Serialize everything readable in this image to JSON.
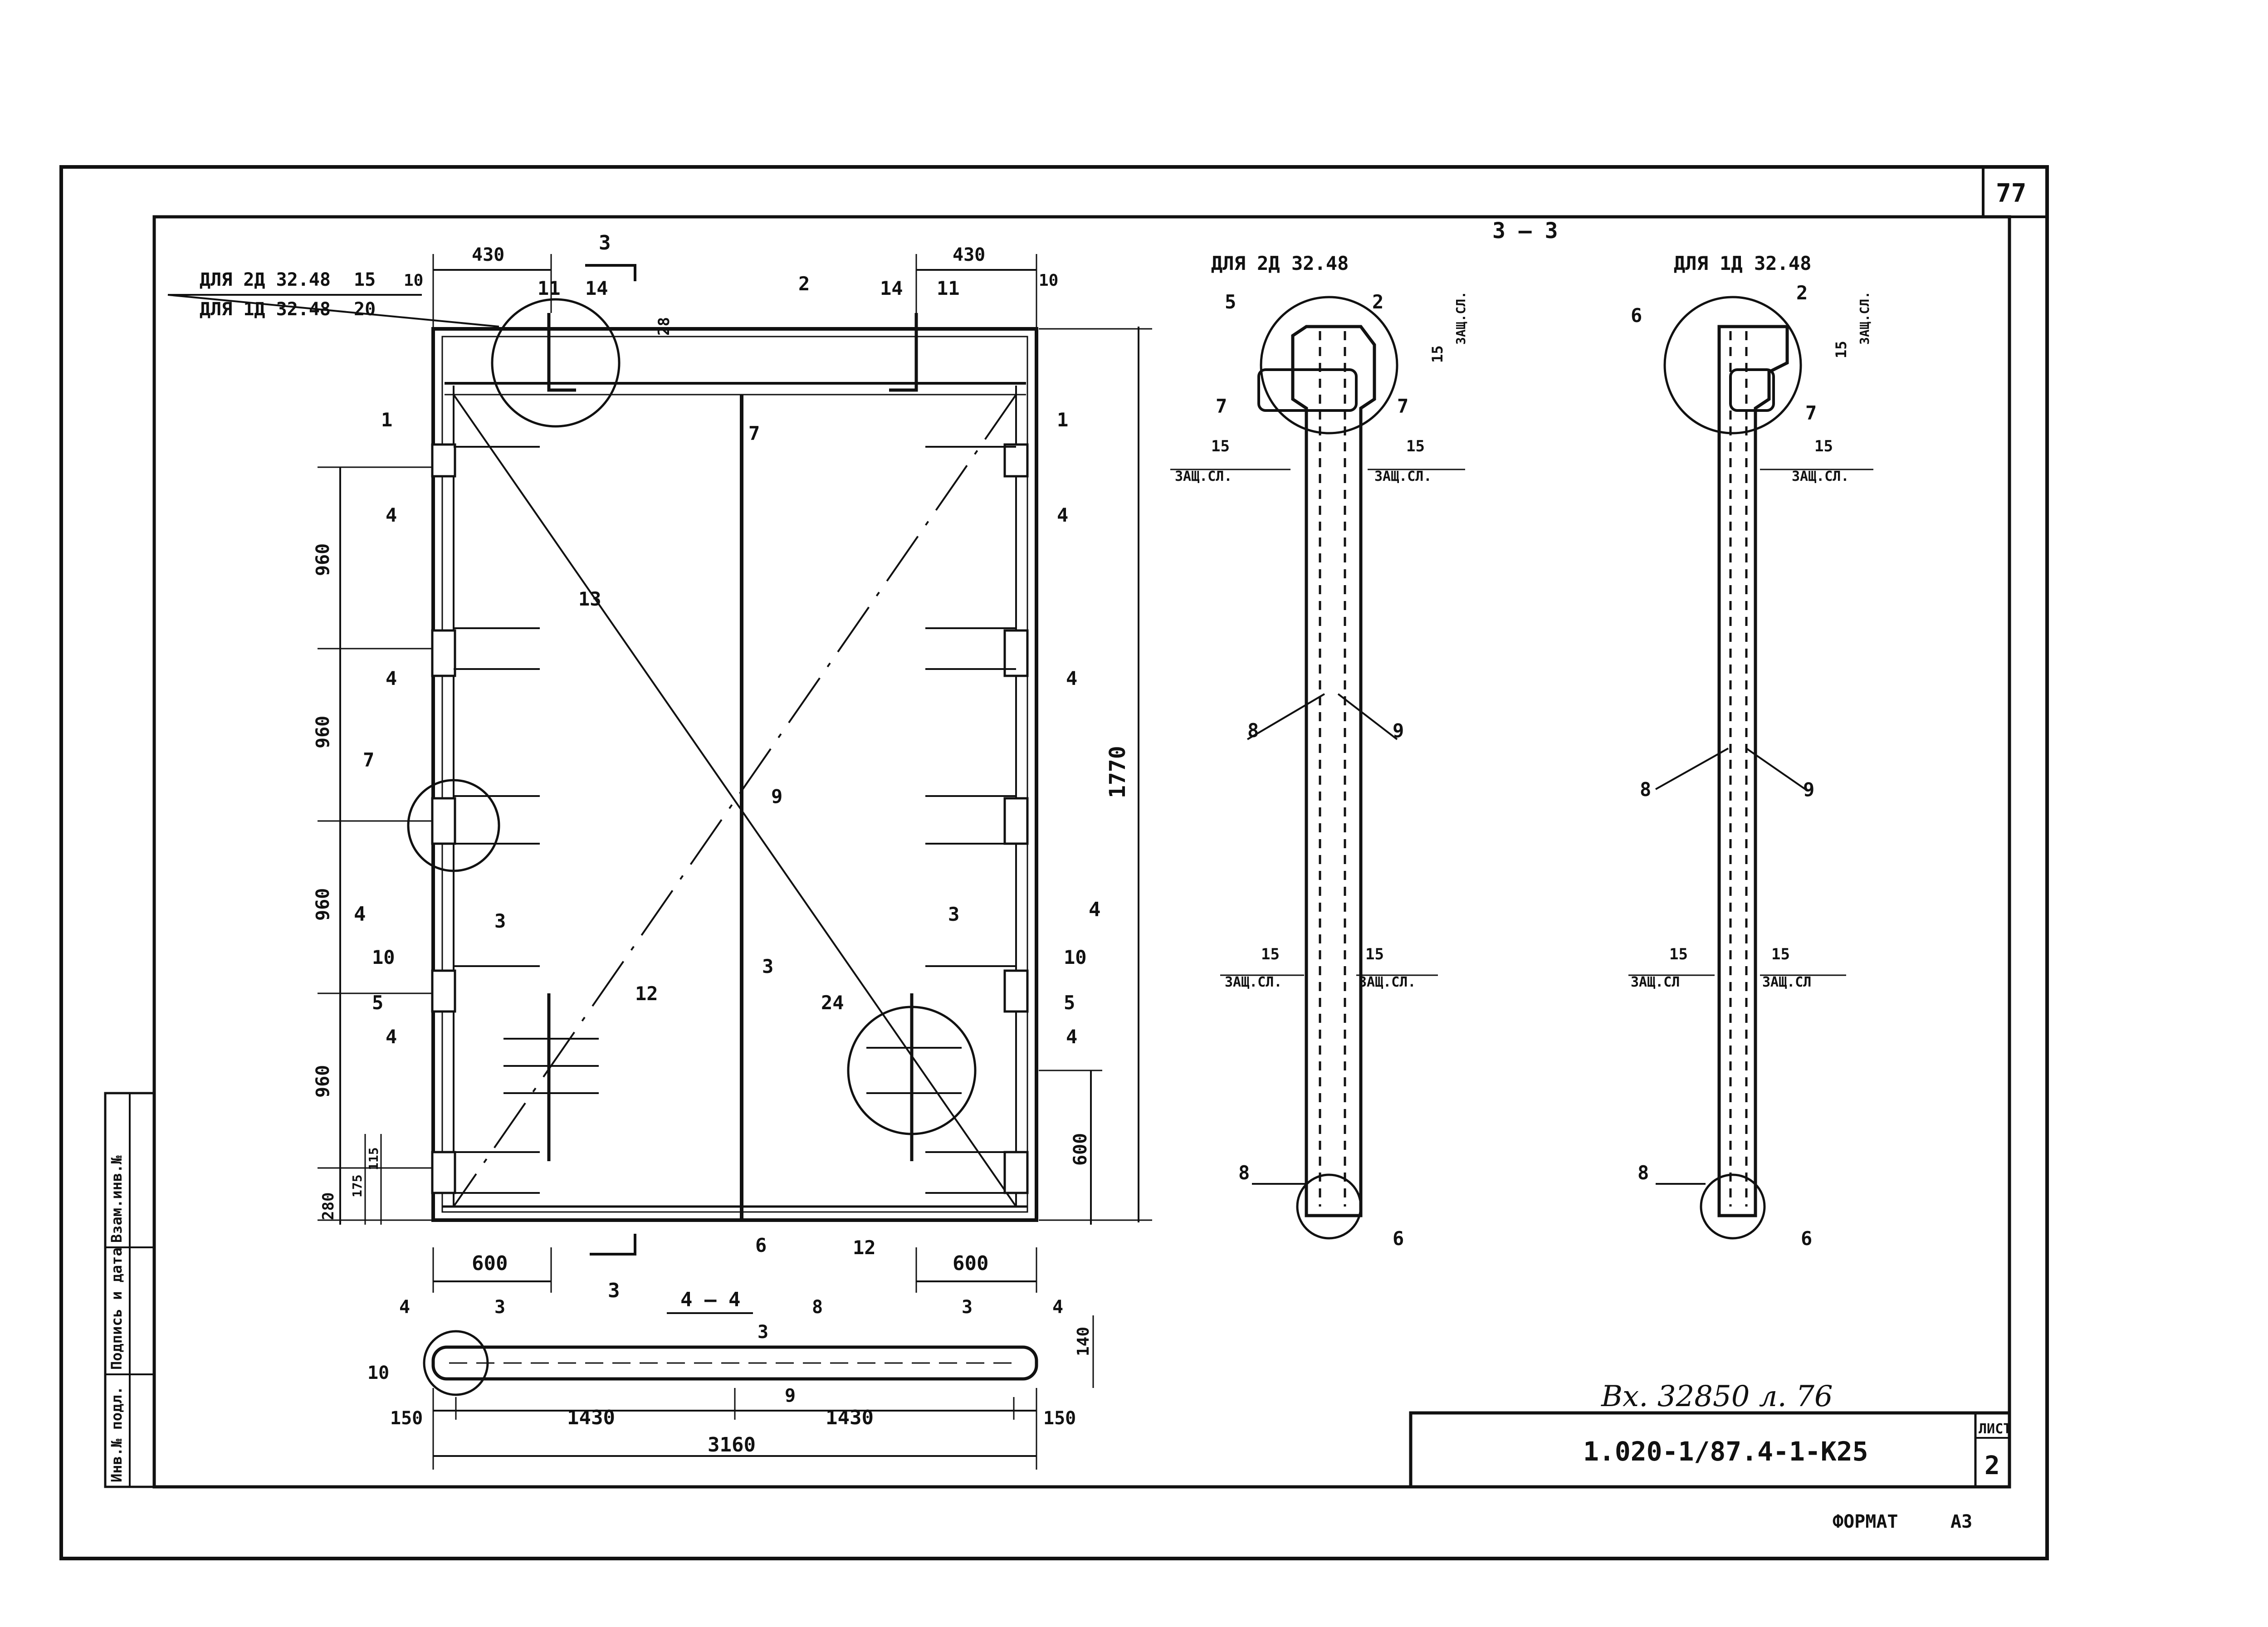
{
  "sheet": {
    "page_number": "77",
    "format_label": "ФОРМАТ",
    "format_value": "А3",
    "stamp": "Вх. 32850 л. 76",
    "designation": "1.020-1/87.4-1-К25",
    "sheet_label": "ЛИСТ",
    "sheet_number": "2",
    "side_strip": [
      "Инв.№ подл.",
      "Подпись и дата",
      "Взам.инв.№"
    ]
  },
  "main_view": {
    "note_2d": "ДЛЯ 2Д 32.48",
    "note_2d_val": "15",
    "note_1d": "ДЛЯ 1Д 32.48",
    "note_1d_val": "20",
    "dims": {
      "top_left": "430",
      "top_right": "430",
      "top_left_small": "10",
      "top_right_small": "10",
      "cover_top": "28",
      "height_total": "1770",
      "v_960_a": "960",
      "v_960_b": "960",
      "v_960_c": "960",
      "v_960_d": "960",
      "v_280": "280",
      "v_175": "175",
      "v_115": "115",
      "v_600": "600",
      "bottom_left": "600",
      "bottom_right": "600"
    },
    "callouts": {
      "c1a": "1",
      "c1b": "1",
      "c2": "2",
      "c3a": "3",
      "c3b": "3",
      "c3c": "3",
      "c4a": "4",
      "c4b": "4",
      "c4c": "4",
      "c4d": "4",
      "c4e": "4",
      "c4f": "4",
      "c5a": "5",
      "c5b": "5",
      "c6": "6",
      "c7a": "7",
      "c7b": "7",
      "c9": "9",
      "c10a": "10",
      "c10b": "10",
      "c11a": "11",
      "c11b": "11",
      "c12a": "12",
      "c12b": "12",
      "c13": "13",
      "c14a": "14",
      "c14b": "14",
      "c24": "24"
    },
    "section_marks": {
      "s3_top": "3",
      "s3_bottom": "3",
      "s4_left": "4",
      "s4_right": "4"
    }
  },
  "section_44": {
    "title": "4 — 4",
    "dims": {
      "left_edge": "150",
      "span_left": "1430",
      "span_right": "1430",
      "right_edge": "150",
      "total": "3160",
      "thickness": "140"
    },
    "callouts": {
      "c4a": "4",
      "c4b": "4",
      "c3a": "3",
      "c3b": "3",
      "c3c": "3",
      "c8": "8",
      "c9": "9",
      "c10": "10"
    }
  },
  "section_33": {
    "title": "3 — 3",
    "left": {
      "caption": "ДЛЯ 2Д 32.48",
      "cover_15": "15",
      "cover_label": "ЗАЩ.СЛ.",
      "callouts": {
        "c5": "5",
        "c2": "2",
        "c7a": "7",
        "c7b": "7",
        "c8a": "8",
        "c8b": "8",
        "c9": "9",
        "c6": "6"
      },
      "cover_left": "15",
      "cover_left_label": "ЗАЩ.СЛ.",
      "cover_right": "15",
      "cover_right_label": "ЗАЩ.СЛ.",
      "cover_mid_left": "15",
      "cover_mid_left_label": "ЗАЩ.СЛ.",
      "cover_mid_right": "15",
      "cover_mid_right_label": "ЗАЩ.СЛ."
    },
    "right": {
      "caption": "ДЛЯ 1Д 32.48",
      "cover_15": "15",
      "cover_label": "ЗАЩ.СЛ.",
      "callouts": {
        "c6a": "6",
        "c2": "2",
        "c7": "7",
        "c8a": "8",
        "c8b": "8",
        "c9": "9",
        "c6b": "6"
      },
      "cover_right": "15",
      "cover_right_label": "ЗАЩ.СЛ.",
      "cover_mid_left": "15",
      "cover_mid_left_label": "ЗАЩ.СЛ",
      "cover_mid_right": "15",
      "cover_mid_right_label": "ЗАЩ.СЛ"
    }
  }
}
